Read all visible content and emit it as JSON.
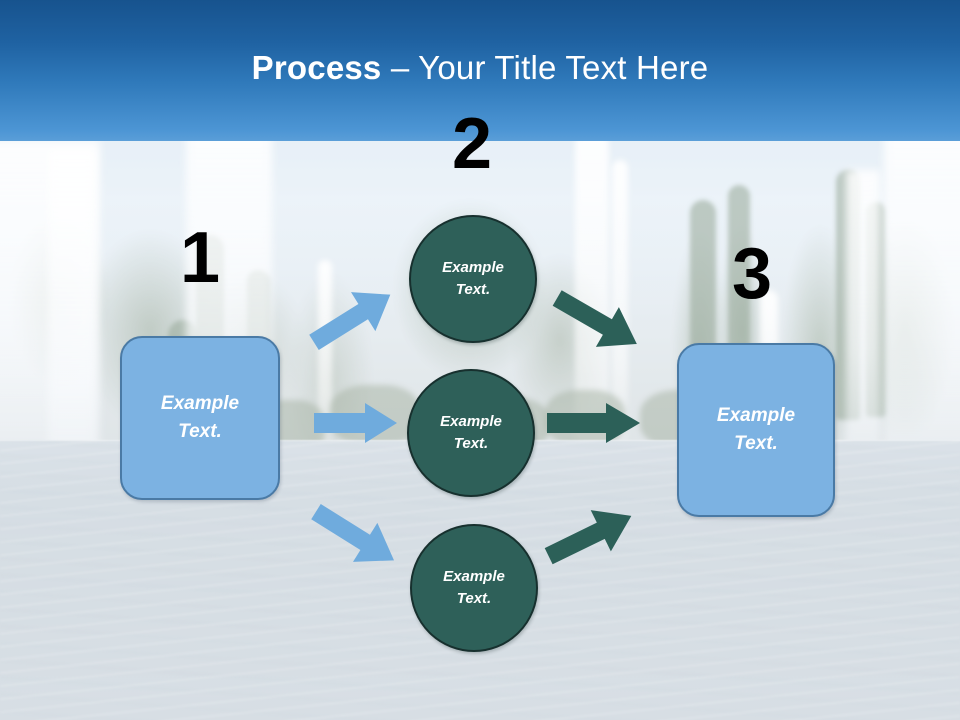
{
  "slide": {
    "title_bold": "Process",
    "title_rest": " – Your Title Text Here",
    "title_full": "Process – Your Title Text Here",
    "background": "washed-out photo of formal garden with fountains and cypress trees",
    "colors": {
      "header_top": "#17538e",
      "header_bottom": "#5a9ed8",
      "box_fill": "#7cb2e2",
      "box_border": "#4a7aa5",
      "circle_fill": "#2e6059",
      "circle_border": "#17302e",
      "arrow_blue": "#6fabdd",
      "arrow_teal": "#2c6058",
      "number_color": "#000000",
      "shape_text": "#ffffff"
    }
  },
  "steps": [
    {
      "number": "1",
      "label": "Example\nText."
    },
    {
      "number": "2",
      "label": "Example\nText."
    },
    {
      "number": "3",
      "label": "Example\nText."
    }
  ],
  "numbers": {
    "one": "1",
    "two": "2",
    "three": "3"
  },
  "start_box": {
    "line1": "Example",
    "line2": "Text."
  },
  "end_box": {
    "line1": "Example",
    "line2": "Text."
  },
  "circles": [
    {
      "line1": "Example",
      "line2": "Text."
    },
    {
      "line1": "Example",
      "line2": "Text."
    },
    {
      "line1": "Example",
      "line2": "Text."
    }
  ],
  "arrows": [
    {
      "name": "start-to-circle-1",
      "color": "#6fabdd",
      "direction": "up-right"
    },
    {
      "name": "start-to-circle-2",
      "color": "#6fabdd",
      "direction": "right"
    },
    {
      "name": "start-to-circle-3",
      "color": "#6fabdd",
      "direction": "down-right"
    },
    {
      "name": "circle-1-to-end",
      "color": "#2c6058",
      "direction": "down-right"
    },
    {
      "name": "circle-2-to-end",
      "color": "#2c6058",
      "direction": "right"
    },
    {
      "name": "circle-3-to-end",
      "color": "#2c6058",
      "direction": "up-right"
    }
  ]
}
